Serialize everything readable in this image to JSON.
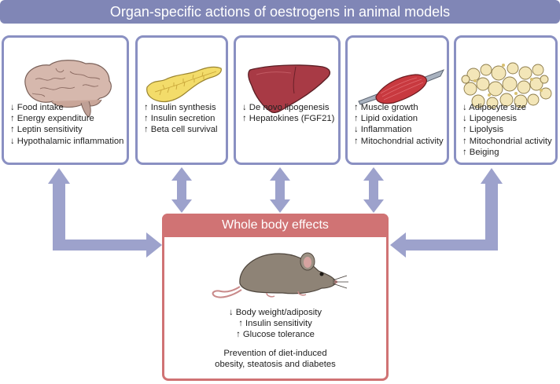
{
  "title": "Organ-specific actions of oestrogens in animal models",
  "organs": [
    {
      "icon": "brain-icon",
      "effects": [
        "↓ Food intake",
        "↑ Energy expenditure",
        "↑ Leptin sensitivity",
        "↓ Hypothalamic inflammation"
      ]
    },
    {
      "icon": "pancreas-icon",
      "effects": [
        "↑ Insulin synthesis",
        "↑ Insulin secretion",
        "↑ Beta cell survival"
      ]
    },
    {
      "icon": "liver-icon",
      "effects": [
        "↓ De novo lipogenesis",
        "↑ Hepatokines (FGF21)"
      ]
    },
    {
      "icon": "muscle-icon",
      "effects": [
        "↑ Muscle growth",
        "↑ Lipid oxidation",
        "↓ Inflammation",
        "↑ Mitochondrial activity"
      ]
    },
    {
      "icon": "adipose-tissue-icon",
      "effects": [
        "↓ Adipocyte size",
        "↓ Lipogenesis",
        "↑ Lipolysis",
        "↑ Mitochondrial activity",
        "↑ Beiging"
      ]
    }
  ],
  "whole_body": {
    "title": "Whole body effects",
    "icon": "mouse-icon",
    "effects": [
      "↓ Body weight/adiposity",
      "↑ Insulin sensitivity",
      "↑ Glucose tolerance"
    ],
    "conclusion": [
      "Prevention of diet-induced",
      "obesity, steatosis and diabetes"
    ]
  },
  "colors": {
    "banner": "#8086b6",
    "organ_border": "#8a90c2",
    "arrow": "#9da2cc",
    "whole_body": "#d07374"
  }
}
